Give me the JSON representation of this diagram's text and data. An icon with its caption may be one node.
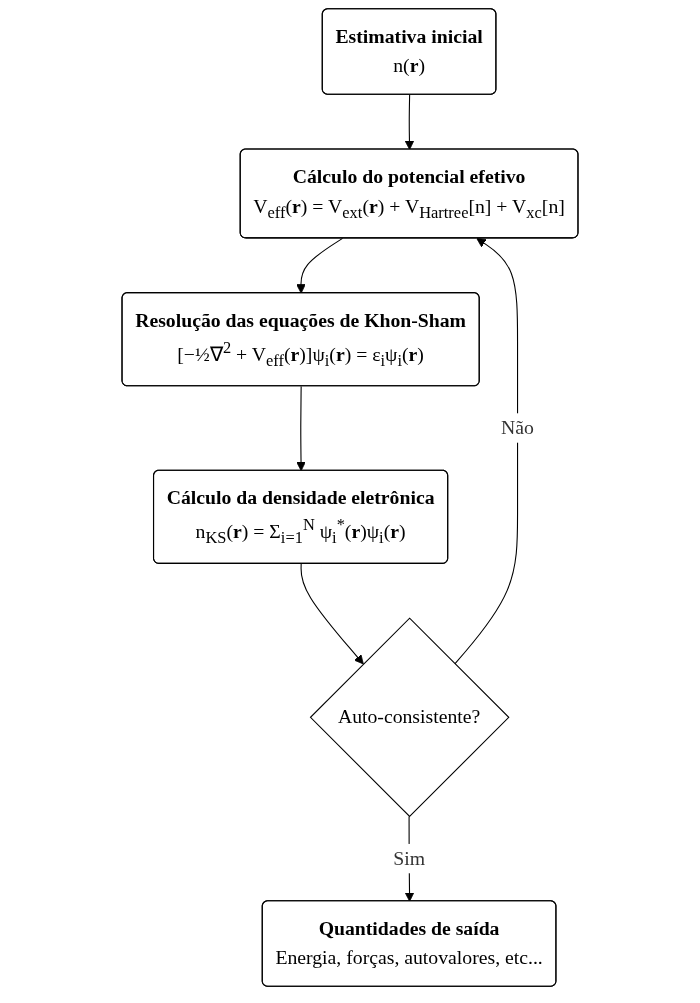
{
  "diagram": {
    "nodes": [
      {
        "text": [
          "Estimativa inicial",
          "n(**r**)"
        ]
      },
      {
        "text": [
          "Cálculo do potencial efetivo",
          "V$_{eff}$(**r**) = V$_{ext}$(**r**) + V$_{Hartree}$[n] + V$_{xc}$[n]"
        ]
      },
      {
        "text": [
          "Resolução das equações de Khon-Sham",
          "[−½∇$^{2}$ + V$_{eff}$(**r**)]ψ$_{i}$(**r**) = ε$_{i}$ψ$_{i}$(**r**)"
        ]
      },
      {
        "text": [
          "Cálculo da densidade eletrônica",
          "n$_{KS}$(**r**) = Σ$_{i=1}$$^{N}$ ψ$_{i}$$^{*}$(**r**)ψ$_{i}$(**r**)"
        ]
      },
      {
        "text": [
          "Auto-consistente?"
        ]
      },
      {
        "text": [
          "Quantidades de saída",
          "Energia, forças, autovalores, etc..."
        ]
      }
    ],
    "edges": [
      {
        "from": 0,
        "to": 1,
        "arrow": "to"
      },
      {
        "from": 1,
        "to": 2,
        "arrow": "to"
      },
      {
        "from": 2,
        "to": 3,
        "arrow": "to"
      },
      {
        "from": 3,
        "to": 4,
        "arrow": "to"
      },
      {
        "from": 4,
        "to": 1,
        "arrow": "to",
        "label": "Não"
      },
      {
        "from": 4,
        "to": 5,
        "arrow": "to",
        "label": "Sim"
      }
    ]
  }
}
